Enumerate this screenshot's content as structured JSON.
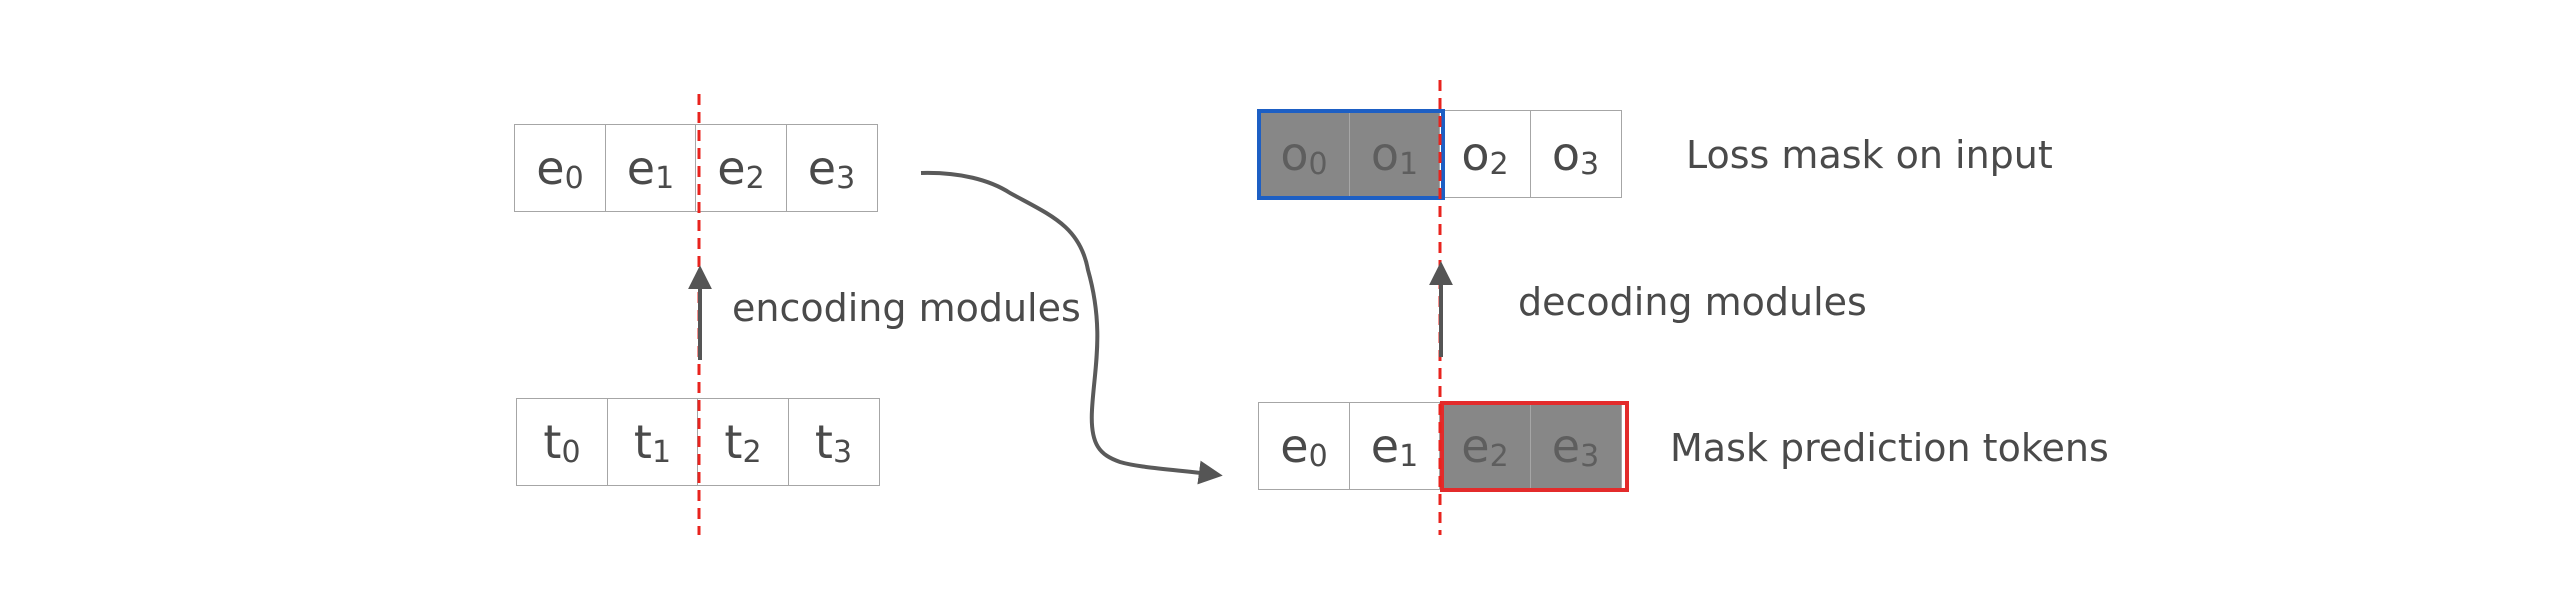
{
  "left": {
    "top_row": [
      {
        "base": "e",
        "sub": "0"
      },
      {
        "base": "e",
        "sub": "1"
      },
      {
        "base": "e",
        "sub": "2"
      },
      {
        "base": "e",
        "sub": "3"
      }
    ],
    "bottom_row": [
      {
        "base": "t",
        "sub": "0"
      },
      {
        "base": "t",
        "sub": "1"
      },
      {
        "base": "t",
        "sub": "2"
      },
      {
        "base": "t",
        "sub": "3"
      }
    ],
    "arrow_label": "encoding modules"
  },
  "right": {
    "top_row": [
      {
        "base": "o",
        "sub": "0",
        "shaded": true
      },
      {
        "base": "o",
        "sub": "1",
        "shaded": true
      },
      {
        "base": "o",
        "sub": "2",
        "shaded": false
      },
      {
        "base": "o",
        "sub": "3",
        "shaded": false
      }
    ],
    "bottom_row": [
      {
        "base": "e",
        "sub": "0",
        "shaded": false
      },
      {
        "base": "e",
        "sub": "1",
        "shaded": false
      },
      {
        "base": "e",
        "sub": "2",
        "shaded": true
      },
      {
        "base": "e",
        "sub": "3",
        "shaded": true
      }
    ],
    "top_label": "Loss mask on input",
    "arrow_label": "decoding modules",
    "bottom_label": "Mask prediction tokens"
  },
  "colors": {
    "split_line": "#e8231e",
    "loss_mask_box": "#1d5fc4",
    "mask_token_box": "#e32b2b",
    "shaded_cell": "#878787",
    "arrow": "#555555"
  }
}
